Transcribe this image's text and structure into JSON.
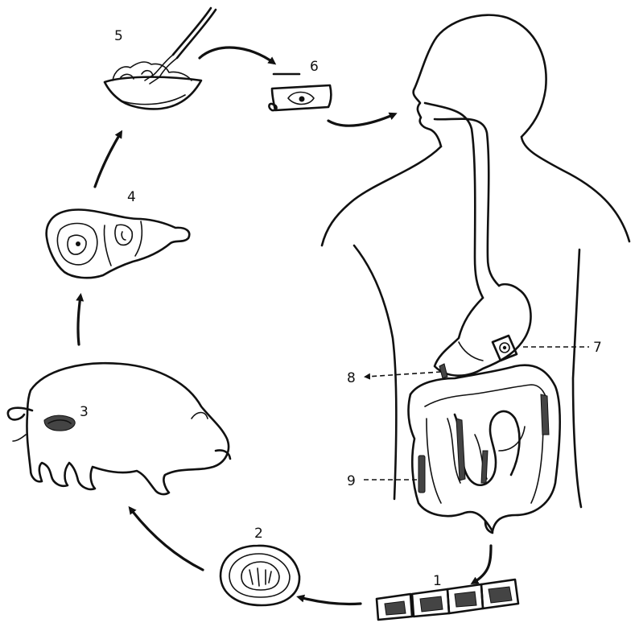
{
  "diagram": {
    "stage_labels": {
      "s1": "1",
      "s2": "2",
      "s3": "3",
      "s4": "4",
      "s5": "5",
      "s6": "6",
      "s7": "7",
      "s8": "8",
      "s9": "9"
    }
  },
  "icons": [
    "human-body-icon",
    "pig-icon",
    "meat-icon",
    "food-bowl-icon",
    "cyst-icon",
    "egg-icon",
    "proglottid-icon"
  ]
}
